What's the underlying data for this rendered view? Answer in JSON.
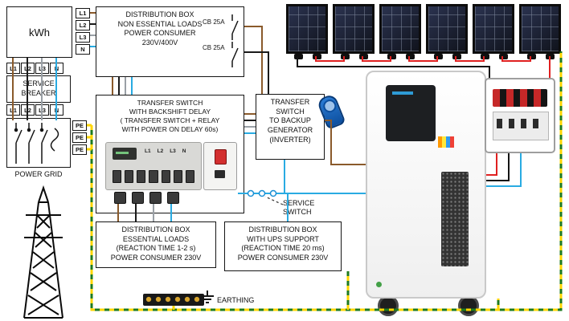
{
  "colors": {
    "l1_brown": "#8a5a2b",
    "l2_black": "#1a1a1a",
    "l3_grey": "#9aa0a6",
    "n_blue": "#29abe2",
    "pe_green": "#1e7a1e",
    "pe_yellow": "#ffd600",
    "dc_plus": "#e02020",
    "dc_minus": "#141414"
  },
  "meter": {
    "label": "kWh"
  },
  "phases": [
    "L1",
    "L2",
    "L3",
    "N"
  ],
  "pe": [
    "PE",
    "PE",
    "PE"
  ],
  "service_breaker": {
    "lines": [
      "SERVICE",
      "BREAKER"
    ]
  },
  "power_grid": {
    "label": "POWER GRID"
  },
  "dist_non_essential": {
    "lines": [
      "DISTRIBUTION BOX",
      "NON ESSENTIAL LOADS",
      "POWER CONSUMER",
      "230V/400V"
    ]
  },
  "cb_top": {
    "label": "CB 25A"
  },
  "cb_bottom": {
    "label": "CB 25A"
  },
  "transfer_switch": {
    "lines": [
      "TRANSFER SWITCH",
      "WITH BACKSHIFT DELAY",
      "( TRANSFER SWITCH + RELAY",
      "WITH POWER ON DELAY 60s)"
    ],
    "terminals": [
      "L1",
      "L2",
      "L3",
      "N"
    ]
  },
  "transfer_backup": {
    "lines": [
      "TRANSFER",
      "SWITCH",
      "TO BACKUP",
      "GENERATOR",
      "(INVERTER)"
    ]
  },
  "service_switch": {
    "lines": [
      "SERVICE",
      "SWITCH"
    ]
  },
  "dist_essential": {
    "lines": [
      "DISTRIBUTION BOX",
      "ESSENTIAL LOADS",
      "(REACTION TIME  1-2 s)",
      "POWER CONSUMER  230V"
    ]
  },
  "dist_ups": {
    "lines": [
      "DISTRIBUTION BOX",
      "WITH UPS SUPPORT",
      "(REACTION TIME 20 ms)",
      "POWER CONSUMER  230V"
    ]
  },
  "earthing": {
    "label": "EARTHING"
  }
}
